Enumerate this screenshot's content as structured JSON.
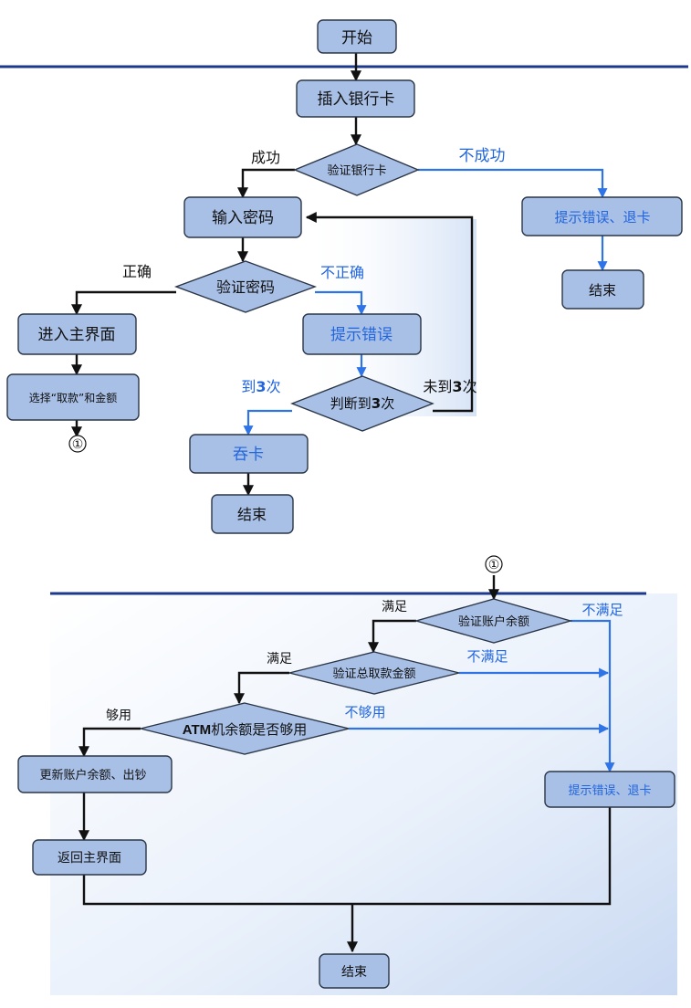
{
  "top": {
    "start": "开始",
    "insert_card": "插入银行卡",
    "verify_card": "验证银行卡",
    "success": "成功",
    "fail": "不成功",
    "enter_pwd": "输入密码",
    "prompt_error_eject": "提示错误、退卡",
    "end_right": "结束",
    "correct": "正确",
    "verify_pwd": "验证密码",
    "incorrect": "不正确",
    "main_menu": "进入主界面",
    "prompt_error": "提示错误",
    "select_withdraw": "选择“取款”和金额",
    "connector": "①",
    "reach3_pre": "到",
    "reach3_num": "3",
    "reach3_suf": "次",
    "judge_pre": "判断到",
    "judge_num": "3",
    "judge_suf": "次",
    "notreach_pre": "未到",
    "notreach_num": "3",
    "notreach_suf": "次",
    "swallow": "吞卡",
    "end_mid": "结束"
  },
  "bottom": {
    "connector": "①",
    "verify_balance": "验证账户余额",
    "satisfy1": "满足",
    "not_satisfy1": "不满足",
    "verify_total": "验证总取款金额",
    "satisfy2": "满足",
    "not_satisfy2": "不满足",
    "enough": "够用",
    "atm_check_bold": "ATM",
    "atm_check_rest": "机余额是否够用",
    "not_enough": "不够用",
    "update_dispense": "更新账户余额、出钞",
    "prompt_error_eject": "提示错误、退卡",
    "return_main": "返回主界面",
    "end": "结束"
  }
}
